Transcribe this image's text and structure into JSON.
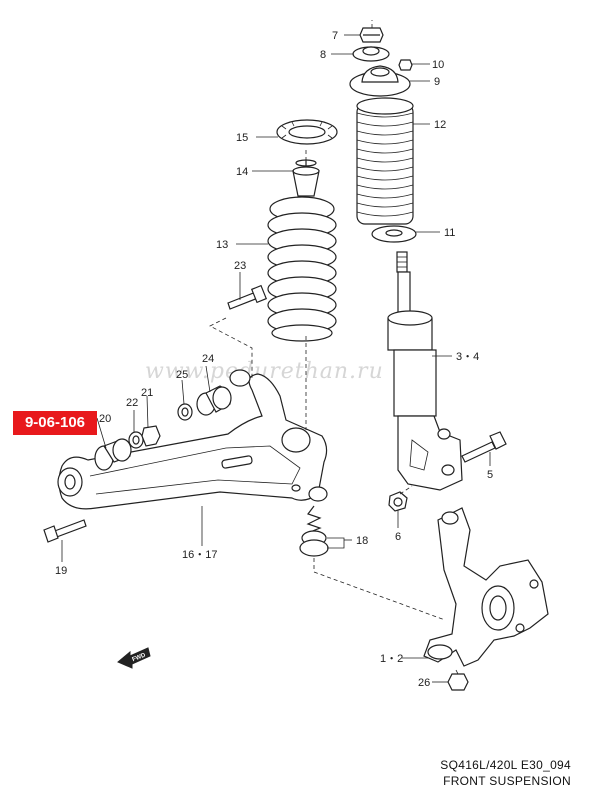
{
  "watermark": "www.pedurethan.ru",
  "highlight_tag": "9-06-106",
  "captions": {
    "model": "SQ416L/420L E30_094",
    "section": "FRONT SUSPENSION"
  },
  "fwd_label": "FWD",
  "callouts": {
    "c1_2": "1・2",
    "c3_4": "3・4",
    "c5": "5",
    "c6": "6",
    "c7": "7",
    "c8": "8",
    "c9": "9",
    "c10": "10",
    "c11": "11",
    "c12": "12",
    "c13": "13",
    "c14": "14",
    "c15": "15",
    "c16_17": "16・17",
    "c18": "18",
    "c19": "19",
    "c20": "20",
    "c21": "21",
    "c22": "22",
    "c23": "23",
    "c24": "24",
    "c25": "25",
    "c26": "26"
  }
}
